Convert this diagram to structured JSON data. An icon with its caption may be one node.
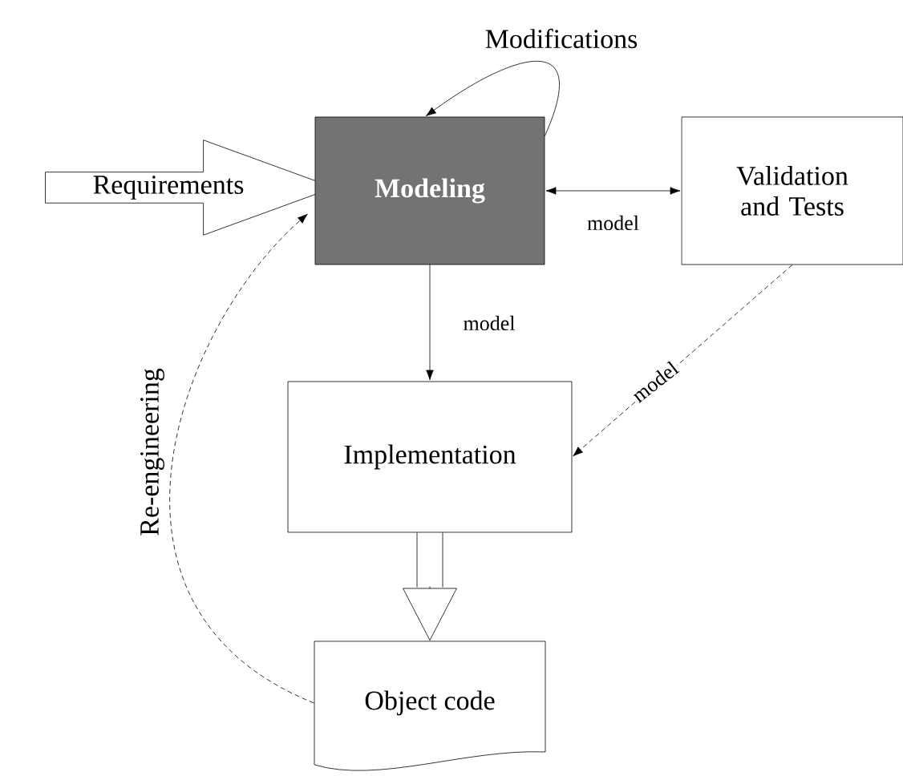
{
  "diagram": {
    "nodes": [
      {
        "text": [
          "Requirements"
        ]
      },
      {
        "text": [
          "Modeling"
        ]
      },
      {
        "text": [
          "Validation and Tests"
        ]
      },
      {
        "text": [
          "Implementation"
        ]
      },
      {
        "text": [
          "Object code"
        ]
      }
    ],
    "edges": [
      {
        "from": 1,
        "to": 1,
        "arrow": "to",
        "label": "Modifications"
      },
      {
        "from": 1,
        "to": 2,
        "arrow": "both",
        "label": "model"
      },
      {
        "from": 1,
        "to": 3,
        "arrow": "to",
        "label": "model"
      },
      {
        "from": 2,
        "to": 3,
        "arrow": "to",
        "label": "model",
        "style": "dashed"
      },
      {
        "from": 4,
        "to": 1,
        "arrow": "to",
        "label": "Re-engineering",
        "style": "dashed"
      },
      {
        "from": 3,
        "to": 4,
        "arrow": "to"
      }
    ]
  }
}
